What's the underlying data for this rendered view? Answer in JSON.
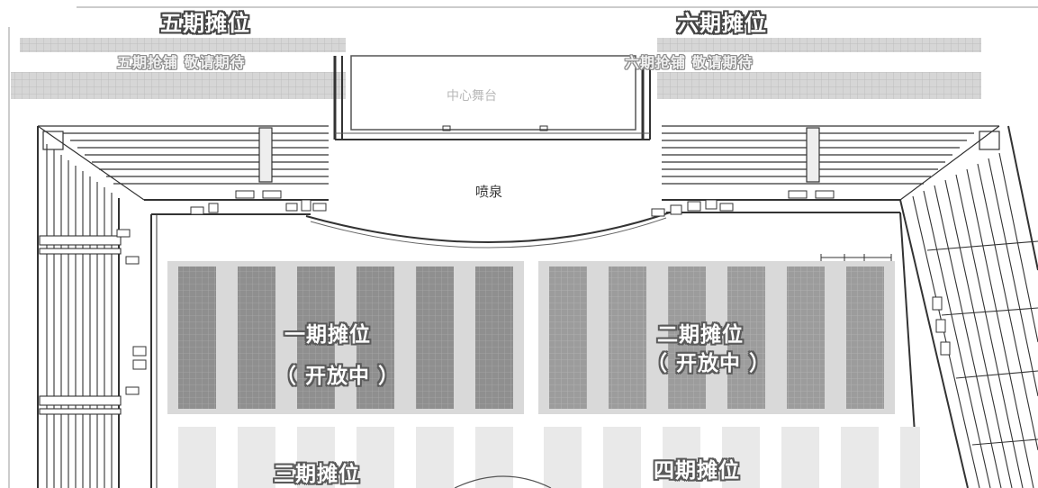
{
  "zones": {
    "phase5": {
      "title": "五期摊位",
      "subtitle": "五期抢铺 敬请期待"
    },
    "phase6": {
      "title": "六期摊位",
      "subtitle": "六期抢铺 敬请期待"
    },
    "phase1": {
      "title": "一期摊位",
      "status": "（ 开放中 ）"
    },
    "phase2": {
      "title": "二期摊位",
      "status": "（ 开放中 ）"
    },
    "phase3": {
      "title": "三期摊位"
    },
    "phase4": {
      "title": "四期摊位"
    }
  },
  "landmarks": {
    "stage": "中心舞台",
    "fountain": "喷泉"
  },
  "colors": {
    "open_booth_fill": "#8d8d8d",
    "open_booth_alt_fill": "#9a9a9a",
    "future_booth_fill": "#e6e6e6",
    "outline": "#333333",
    "label_outline": "#444444"
  }
}
